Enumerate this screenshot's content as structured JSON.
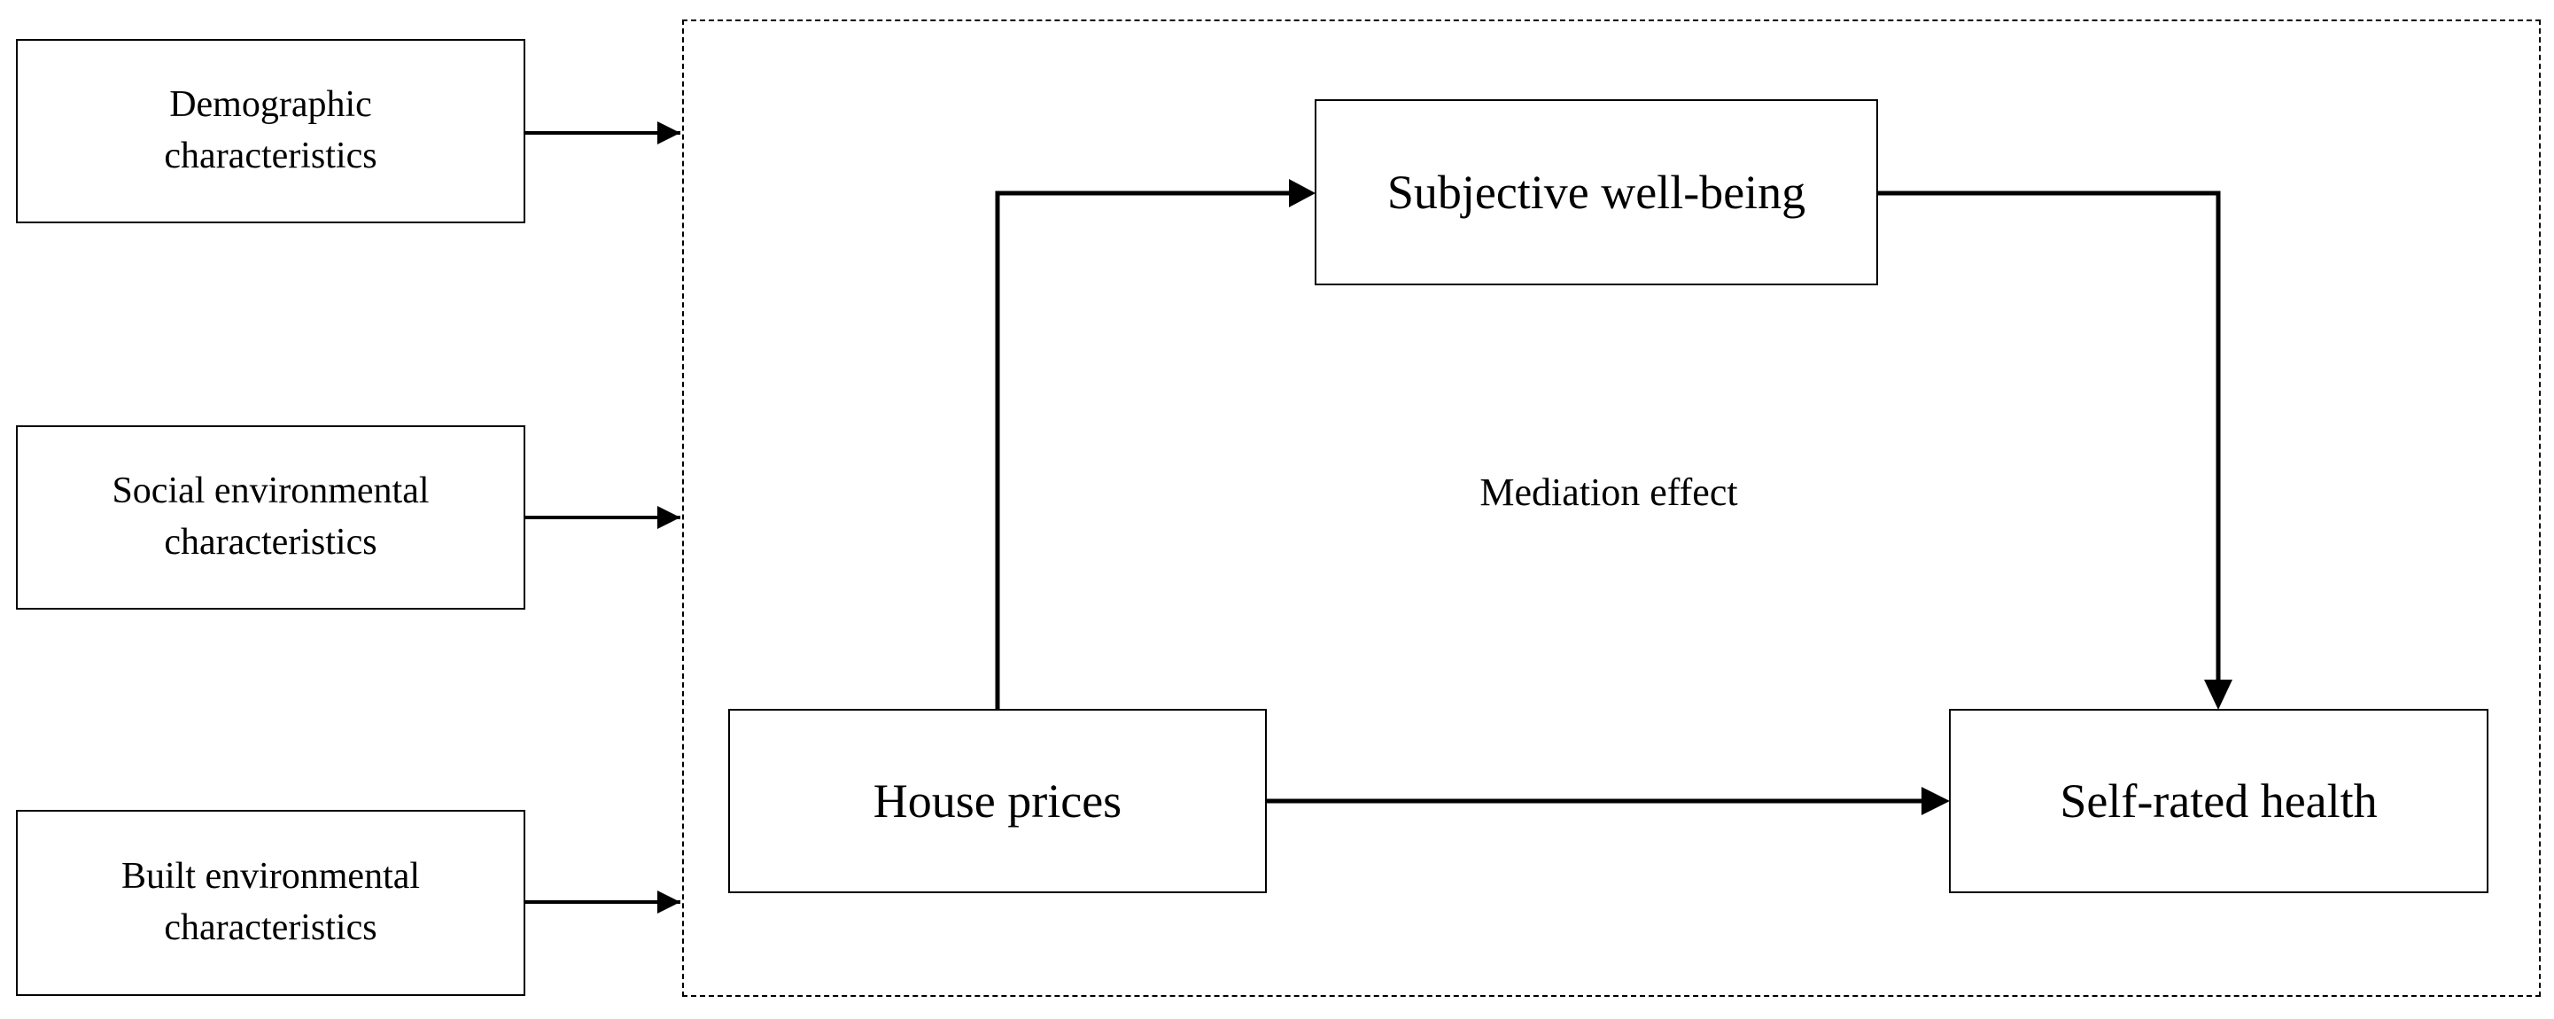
{
  "factors": {
    "demographic": {
      "line1": "Demographic",
      "line2": "characteristics"
    },
    "social": {
      "line1": "Social environmental",
      "line2": "characteristics"
    },
    "built": {
      "line1": "Built environmental",
      "line2": "characteristics"
    }
  },
  "model": {
    "mediator": "Subjective well-being",
    "predictor": "House prices",
    "outcome": "Self-rated health",
    "mediation_label": "Mediation effect"
  }
}
